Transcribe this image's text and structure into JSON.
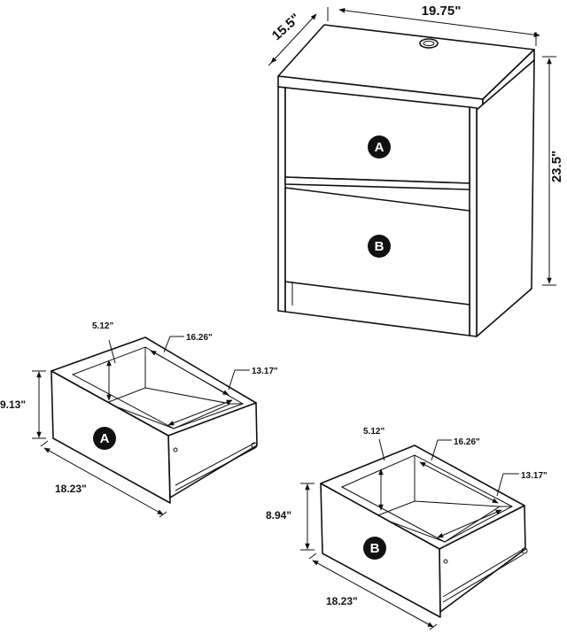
{
  "nightstand": {
    "depth_label": "15.5\"",
    "width_label": "19.75\"",
    "height_label": "23.5\"",
    "drawer_top_badge": "A",
    "drawer_bottom_badge": "B"
  },
  "drawer_a": {
    "badge": "A",
    "inner_height_label": "5.12\"",
    "inner_depth_label": "16.26\"",
    "inner_width_label": "13.17\"",
    "front_height_label": "9.13\"",
    "front_width_label": "18.23\""
  },
  "drawer_b": {
    "badge": "B",
    "inner_height_label": "5.12\"",
    "inner_depth_label": "16.26\"",
    "inner_width_label": "13.17\"",
    "front_height_label": "8.94\"",
    "front_width_label": "18.23\""
  }
}
